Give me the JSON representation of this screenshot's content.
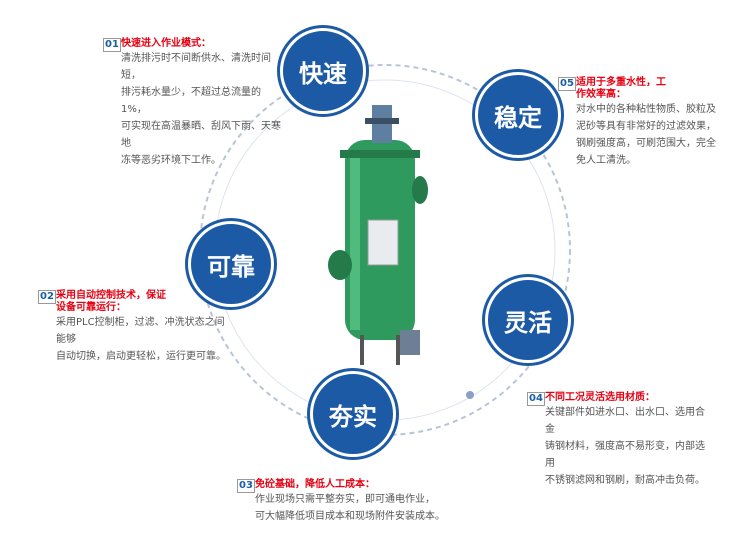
{
  "features": [
    {
      "num": "01",
      "title": "快速进入作业模式：",
      "lines": [
        "清洗排污时不间断供水、清洗时间短，",
        "排污耗水量少，不超过总流量的1%，",
        "可实现在高温暴晒、刮风下雨、天寒地",
        "冻等恶劣环境下工作。"
      ]
    },
    {
      "num": "02",
      "title": "采用自动控制技术，保证设备可靠运行：",
      "lines": [
        "采用PLC控制柜，过滤、冲洗状态之间能够",
        "自动切换，启动更轻松，运行更可靠。"
      ]
    },
    {
      "num": "03",
      "title": "免砼基础，降低人工成本：",
      "lines": [
        "作业现场只需平整夯实，即可通电作业，",
        "可大幅降低项目成本和现场附件安装成本。"
      ]
    },
    {
      "num": "04",
      "title": "不同工况灵活选用材质：",
      "lines": [
        "关键部件如进水口、出水口、选用合金",
        "铸钢材料，强度高不易形变，内部选用",
        "不锈钢滤网和钢刷，耐高冲击负荷。"
      ]
    },
    {
      "num": "05",
      "title": "适用于多重水性，工作效率高：",
      "lines": [
        "对水中的各种粘性物质、胶粒及",
        "泥砂等具有非常好的过滤效果，",
        "钢刷强度高，可刷范围大，完全",
        "免人工清洗。"
      ]
    }
  ],
  "badges": {
    "fast": "快速",
    "stable": "稳定",
    "reliable": "可靠",
    "flexible": "灵活",
    "solid": "夯实"
  },
  "colors": {
    "accent": "#1d5aa6",
    "title": "#e60012"
  }
}
